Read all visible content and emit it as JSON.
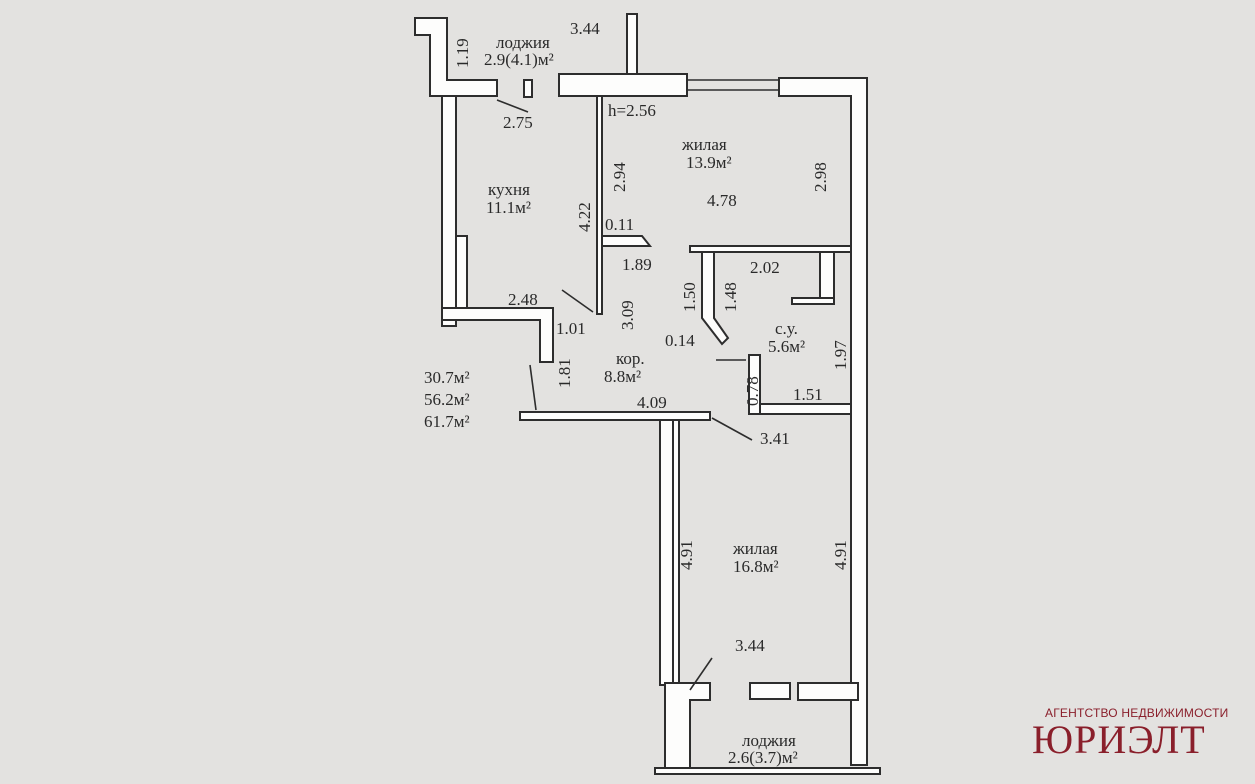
{
  "rooms": {
    "loggia_top": {
      "name": "лоджия",
      "area": "2.9(4.1)м²"
    },
    "living_top": {
      "name": "жилая",
      "area": "13.9м²"
    },
    "kitchen": {
      "name": "кухня",
      "area": "11.1м²"
    },
    "bathroom": {
      "name": "с.у.",
      "area": "5.6м²"
    },
    "corridor": {
      "name": "кор.",
      "area": "8.8м²"
    },
    "living_bottom": {
      "name": "жилая",
      "area": "16.8м²"
    },
    "loggia_bottom": {
      "name": "лоджия",
      "area": "2.6(3.7)м²"
    }
  },
  "ceiling_height": "h=2.56",
  "totals": [
    "30.7м²",
    "56.2м²",
    "61.7м²"
  ],
  "dimensions": {
    "loggia_width_top": "3.44",
    "loggia_depth_top": "1.19",
    "kitchen_width": "2.75",
    "kitchen_height_left": "4.22",
    "kitchen_height_right": "2.94",
    "living_top_height": "2.98",
    "living_top_width": "4.78",
    "wall_0_11": "0.11",
    "dim_1_89": "1.89",
    "dim_1_50": "1.50",
    "dim_1_48": "1.48",
    "bath_width": "2.02",
    "kitchen_bottom_width": "2.48",
    "dim_1_01": "1.01",
    "corridor_height": "3.09",
    "wall_0_14": "0.14",
    "bath_height": "1.97",
    "corridor_left": "1.81",
    "dim_0_78": "0.78",
    "bath_bottom": "1.51",
    "corridor_width": "4.09",
    "dim_3_41": "3.41",
    "living_bottom_left": "4.91",
    "living_bottom_right": "4.91",
    "living_bottom_width": "3.44"
  },
  "watermark": {
    "tagline": "АГЕНТСТВО НЕДВИЖИМОСТИ",
    "brand": "ЮРИЭЛТ"
  },
  "colors": {
    "background": "#e3e2e0",
    "wall": "#2d2d2d",
    "brand": "#8a1f2b"
  }
}
